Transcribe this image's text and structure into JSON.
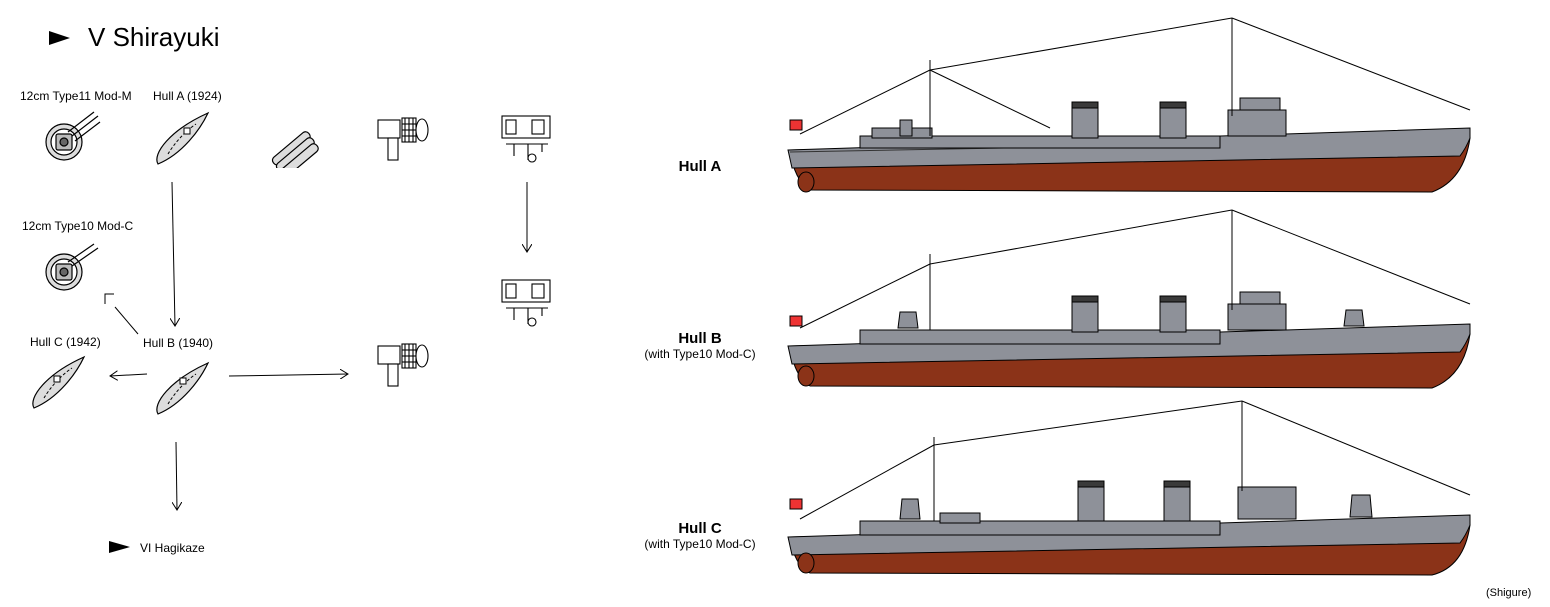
{
  "header": {
    "title": "V Shirayuki"
  },
  "tree": {
    "gun_m_label": "12cm Type11 Mod-M",
    "hull_a_label": "Hull A (1924)",
    "gun_c_label": "12cm Type10 Mod-C",
    "hull_c_label": "Hull C  (1942)",
    "hull_b_label": "Hull B (1940)",
    "next_label": "VI Hagikaze"
  },
  "hulls": [
    {
      "title": "Hull A",
      "subtitle": ""
    },
    {
      "title": "Hull B",
      "subtitle": "(with Type10 Mod-C)"
    },
    {
      "title": "Hull C",
      "subtitle": "(with Type10 Mod-C)"
    }
  ],
  "footer": {
    "credit": "(Shigure)"
  },
  "colors": {
    "hull_gray": "#8e9199",
    "hull_red": "#8b3318",
    "deck_dark": "#5f6268"
  }
}
